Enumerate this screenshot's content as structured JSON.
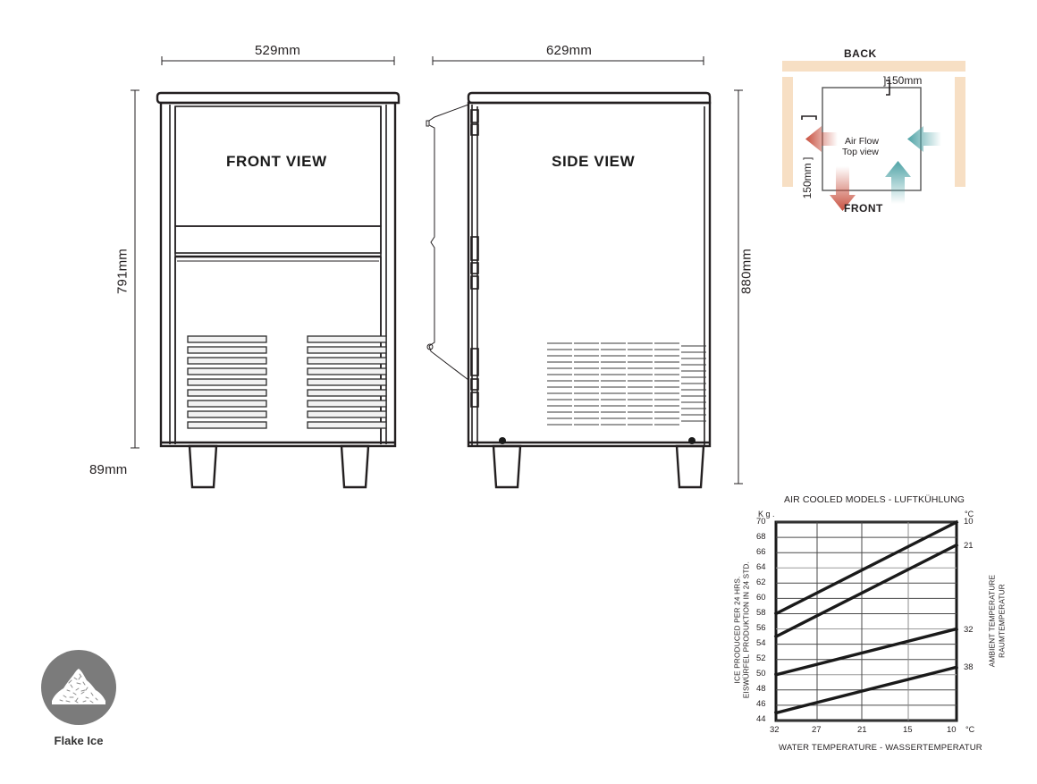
{
  "front_view": {
    "label": "FRONT VIEW",
    "width_dim": "529mm",
    "height_dim": "791mm",
    "leg_dim": "89mm",
    "vent_rows": 9
  },
  "side_view": {
    "label": "SIDE VIEW",
    "depth_dim": "629mm",
    "height_dim": "880mm",
    "vent_columns": 6,
    "vent_rows": 14
  },
  "airflow": {
    "back_label": "BACK",
    "front_label": "FRONT",
    "box_line1": "Air Flow",
    "box_line2": "Top view",
    "clearance_top": "]150mm",
    "clearance_left": "150mm ]",
    "color_out": "#c8503f",
    "color_in": "#4fa3a6",
    "wall_color": "#f7dfc4"
  },
  "badge": {
    "label": "Flake Ice",
    "icon": "flake-ice-mound-icon",
    "circle_color": "#7b7b7b"
  },
  "chart_data": {
    "type": "line",
    "title": "AIR COOLED MODELS - LUFTKÜHLUNG",
    "xlabel": "WATER TEMPERATURE - WASSERTEMPERATUR",
    "ylabel_line1": "ICE PRODUCED PER 24 HRS.",
    "ylabel_line2": "EISWÜRFEL PRODUKTION IN 24 STD.",
    "y2label_line1": "AMBIENT TEMPERATURE",
    "y2label_line2": "RAUMTEMPERATUR",
    "y_unit": "K g .",
    "y2_unit": "°C",
    "x_unit": "°C",
    "x_ticks": [
      32,
      27,
      21,
      15,
      10
    ],
    "xlim": [
      32,
      10
    ],
    "y_ticks": [
      44,
      46,
      48,
      50,
      52,
      54,
      56,
      58,
      60,
      62,
      64,
      66,
      68,
      70
    ],
    "ylim": [
      44,
      70
    ],
    "grid": true,
    "legend": "right-axis-endpoints",
    "series": [
      {
        "name": "10",
        "ambient_c": 10,
        "x": [
          32,
          10
        ],
        "values": [
          58,
          70
        ]
      },
      {
        "name": "21",
        "ambient_c": 21,
        "x": [
          32,
          10
        ],
        "values": [
          55,
          67
        ]
      },
      {
        "name": "32",
        "ambient_c": 32,
        "x": [
          32,
          10
        ],
        "values": [
          50,
          56
        ]
      },
      {
        "name": "38",
        "ambient_c": 38,
        "x": [
          32,
          10
        ],
        "values": [
          45,
          51
        ]
      }
    ],
    "right_tick_labels": [
      "10",
      "21",
      "32",
      "38"
    ]
  }
}
